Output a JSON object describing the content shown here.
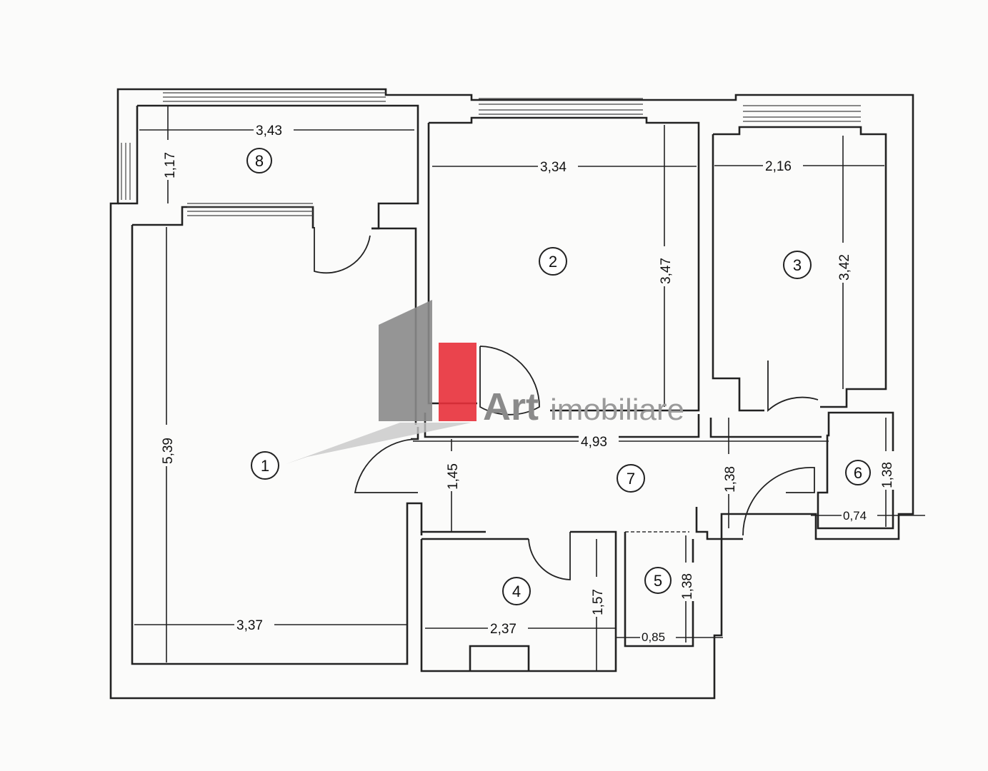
{
  "rooms": [
    {
      "number": "1"
    },
    {
      "number": "2"
    },
    {
      "number": "3"
    },
    {
      "number": "4"
    },
    {
      "number": "5"
    },
    {
      "number": "6"
    },
    {
      "number": "7"
    },
    {
      "number": "8"
    }
  ],
  "dimensions": {
    "d_343": "3,43",
    "d_117": "1,17",
    "d_334": "3,34",
    "d_347": "3,47",
    "d_216": "2,16",
    "d_342": "3,42",
    "d_539": "5,39",
    "d_337": "3,37",
    "d_493": "4,93",
    "d_145": "1,45",
    "d_138a": "1,38",
    "d_138b": "1,38",
    "d_074": "0,74",
    "d_237": "2,37",
    "d_157": "1,57",
    "d_138c": "1,38",
    "d_085": "0,85"
  },
  "watermark": {
    "brand": "Art",
    "suffix": "imobiliare",
    "colors": {
      "grey": "#8a8a8a",
      "red": "#e8303a"
    }
  }
}
